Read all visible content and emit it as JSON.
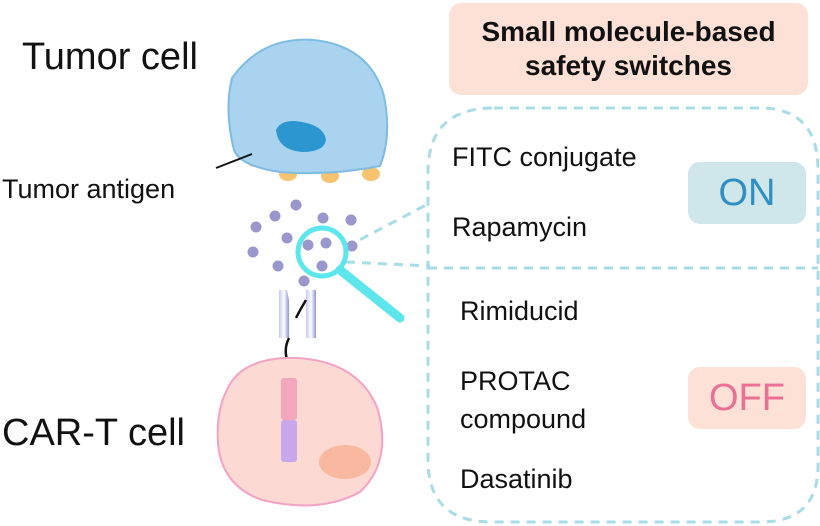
{
  "title": {
    "line1": "Small molecule-based",
    "line2": "safety switches"
  },
  "labels": {
    "tumor_cell": "Tumor cell",
    "tumor_antigen": "Tumor antigen",
    "car_t_cell": "CAR-T cell"
  },
  "on_group": {
    "items": [
      "FITC conjugate",
      "Rapamycin"
    ],
    "state": "ON"
  },
  "off_group": {
    "items": [
      "Rimiducid",
      "PROTAC",
      "compound",
      "Dasatinib"
    ],
    "state": "OFF"
  },
  "colors": {
    "tumor_cell": "#a9d3ef",
    "nucleus": "#2b96d0",
    "antigen": "#f6c470",
    "car_t_cell": "#fcd9d2",
    "dots": "#9a97cc",
    "magnifier": "#5de6ec",
    "dashed_border": "#a8dce6",
    "on_text": "#2e8fc4",
    "off_text": "#ec6f94"
  }
}
